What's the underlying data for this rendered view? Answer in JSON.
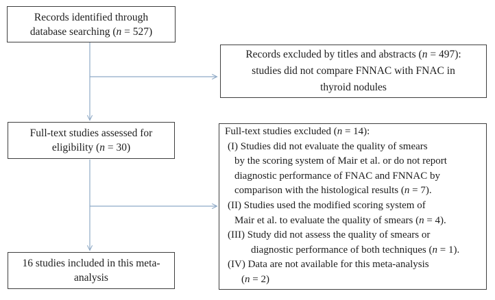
{
  "colors": {
    "arrow": "#8ea9c6",
    "box_border": "#3d3d3d",
    "text": "#1c1c1c",
    "background": "#ffffff"
  },
  "boxes": {
    "identified": {
      "lines": [
        "Records identified through",
        "database searching (<i>n</i> = 527)"
      ]
    },
    "excluded_titles": {
      "lines": [
        "Records excluded by titles and abstracts (<i>n</i> = 497):",
        "studies did not compare FNNAC with FNAC in",
        "thyroid nodules"
      ]
    },
    "fulltext_assessed": {
      "lines": [
        "Full-text studies assessed for",
        "eligibility (<i>n</i> = 30)"
      ]
    },
    "fulltext_excluded": {
      "lines": [
        {
          "t": "Full-text studies excluded (<i>n</i> = 14):"
        },
        {
          "t": "(I) Studies did not evaluate the quality of smears"
        },
        {
          "t": "by the scoring system of Mair et al. or do not report"
        },
        {
          "t": "diagnostic performance of FNAC and FNNAC by"
        },
        {
          "t": "comparison with the histological results (<i>n</i> = 7)."
        },
        {
          "t": "(II) Studies used the modified scoring system of"
        },
        {
          "t": "Mair et al. to evaluate the quality of smears (<i>n</i> = 4)."
        },
        {
          "t": "(III) Study did not assess the quality of smears or"
        },
        {
          "t": "diagnostic performance of both techniques (<i>n</i> = 1)."
        },
        {
          "t": "(IV) Data are not available for this meta-analysis"
        },
        {
          "t": "(<i>n</i> = 2)"
        }
      ]
    },
    "included": {
      "lines": [
        "16 studies included in this meta-",
        "analysis"
      ]
    }
  }
}
